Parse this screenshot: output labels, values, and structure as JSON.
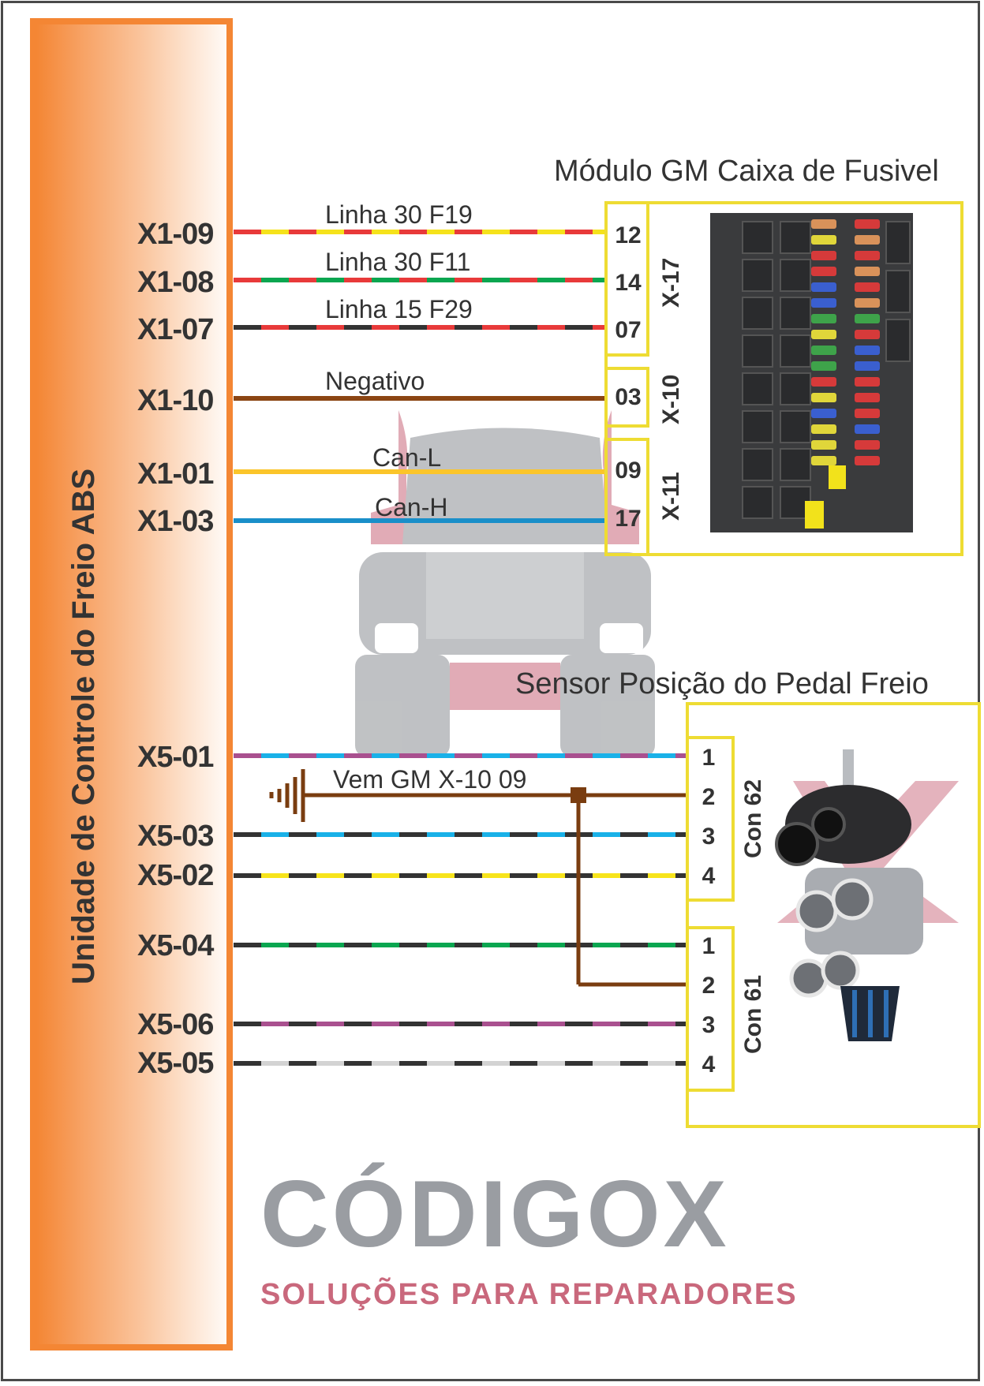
{
  "ecu": {
    "title": "Unidade de Controle do Freio ABS",
    "fill_color": "#f48634"
  },
  "fuse_module": {
    "title": "Módulo GM Caixa de Fusivel",
    "image_label": "fuse-box-photo",
    "connectors": [
      {
        "id": "X-17",
        "terminals": [
          "12",
          "14",
          "07"
        ]
      },
      {
        "id": "X-10",
        "terminals": [
          "03"
        ]
      },
      {
        "id": "X-11",
        "terminals": [
          "09",
          "17"
        ]
      }
    ]
  },
  "sensor_module": {
    "title": "Sensor Posição do Pedal Freio",
    "image_label": "brake-valve-photo",
    "connectors": [
      {
        "id": "Con 62",
        "terminals": [
          "1",
          "2",
          "3",
          "4"
        ]
      },
      {
        "id": "Con 61",
        "terminals": [
          "1",
          "2",
          "3",
          "4"
        ]
      }
    ]
  },
  "wires_x1": [
    {
      "pin": "X1-09",
      "label": "Linha 30 F19",
      "to": "X-17 12",
      "colors": [
        "#e83a3a",
        "#f5e21b"
      ]
    },
    {
      "pin": "X1-08",
      "label": "Linha 30 F11",
      "to": "X-17 14",
      "colors": [
        "#e83a3a",
        "#0aa650"
      ]
    },
    {
      "pin": "X1-07",
      "label": "Linha 15 F29",
      "to": "X-17 07",
      "colors": [
        "#333333",
        "#e83a3a"
      ]
    },
    {
      "pin": "X1-10",
      "label": "Negativo",
      "to": "X-10 03",
      "colors": [
        "#8b4513"
      ]
    },
    {
      "pin": "X1-01",
      "label": "Can-L",
      "to": "X-11 09",
      "colors": [
        "#fbc52a"
      ]
    },
    {
      "pin": "X1-03",
      "label": "Can-H",
      "to": "X-11 17",
      "colors": [
        "#1a8fc9"
      ]
    }
  ],
  "wires_x5": [
    {
      "pin": "X5-01",
      "to": "Con 62 1",
      "colors": [
        "#a9508f",
        "#19b1e8"
      ]
    },
    {
      "pin": "X5-03",
      "to": "Con 62 3",
      "colors": [
        "#333333",
        "#19b1e8"
      ]
    },
    {
      "pin": "X5-02",
      "to": "Con 62 4",
      "colors": [
        "#333333",
        "#f7e41b"
      ]
    },
    {
      "pin": "X5-04",
      "to": "Con 61 1",
      "colors": [
        "#333333",
        "#0aa650"
      ]
    },
    {
      "pin": "X5-06",
      "to": "Con 61 3",
      "colors": [
        "#333333",
        "#a9508f"
      ]
    },
    {
      "pin": "X5-05",
      "to": "Con 61 4",
      "colors": [
        "#333333",
        "#d3d3d3"
      ]
    }
  ],
  "ground_feed": {
    "label": "Vem GM X-10 09",
    "to": [
      "Con 62 2",
      "Con 61 2"
    ],
    "color": "#7a3d10",
    "icon": "ground-icon"
  },
  "watermark": {
    "brand": "CÓDIGOX",
    "tagline": "SOLUÇÕES PARA REPARADORES"
  },
  "colors": {
    "box_yellow": "#eedc33",
    "frame": "#4a4a4a",
    "text": "#333333"
  }
}
